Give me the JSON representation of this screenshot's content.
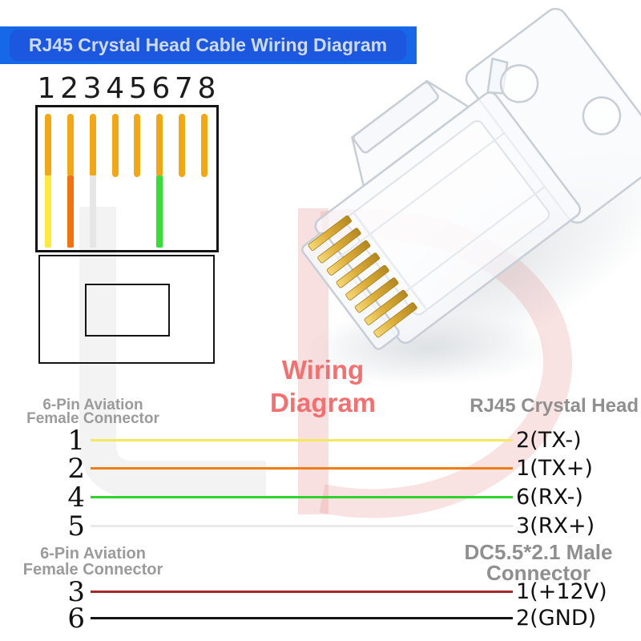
{
  "banner": {
    "title": "RJ45 Crystal Head Cable Wiring Diagram",
    "bg": "#1668e8",
    "inner_bg": "#1c57e0",
    "text_color": "#cfdbf6"
  },
  "pinout": {
    "pin_numbers": [
      "1",
      "2",
      "3",
      "4",
      "5",
      "6",
      "7",
      "8"
    ],
    "gold_color": "#f3a713",
    "bars": [
      {
        "pin": "1",
        "tail": "#ffe93a"
      },
      {
        "pin": "2",
        "tail": "#f4720e"
      },
      {
        "pin": "3",
        "tail": "#e6e6e6"
      },
      {
        "pin": "4",
        "tail": null
      },
      {
        "pin": "5",
        "tail": null
      },
      {
        "pin": "6",
        "tail": "#35e035"
      },
      {
        "pin": "7",
        "tail": null
      },
      {
        "pin": "8",
        "tail": null
      }
    ]
  },
  "wiring_title": {
    "line1": "Wiring",
    "line2": "Diagram",
    "color": "#f47070"
  },
  "section1": {
    "header_left_line1": "6-Pin Aviation",
    "header_left_line2": "Female Connector",
    "header_right": "RJ45 Crystal Head",
    "rows": [
      {
        "left": "1",
        "right": "2(TX-)",
        "wire_color": "#f2ea5c"
      },
      {
        "left": "2",
        "right": "1(TX+)",
        "wire_color": "#ee7d15"
      },
      {
        "left": "4",
        "right": "6(RX-)",
        "wire_color": "#2ed32e"
      },
      {
        "left": "5",
        "right": "3(RX+)",
        "wire_color": "#e9e9e9"
      }
    ]
  },
  "section2": {
    "header_left_line1": "6-Pin Aviation",
    "header_left_line2": "Female Connector",
    "header_right_line1": "DC5.5*2.1 Male",
    "header_right_line2": "Connector",
    "rows": [
      {
        "left": "3",
        "right": "1(+12V)",
        "wire_color": "#a8272c"
      },
      {
        "left": "6",
        "right": "2(GND)",
        "wire_color": "#141414"
      }
    ]
  },
  "watermark": {
    "text": "LD"
  }
}
